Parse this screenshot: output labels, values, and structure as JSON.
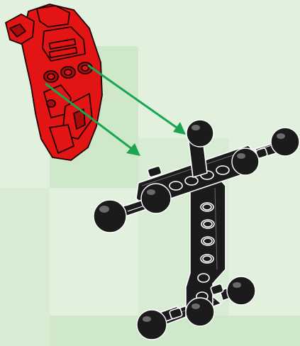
{
  "colors": {
    "background": "#cfe8c9",
    "background_block": "#e2f1de",
    "red_part_fill": "#e31414",
    "red_part_shade": "#a80d0d",
    "red_part_outline": "#1a0000",
    "black_part_fill": "#1b1b1b",
    "black_part_highlight": "#6a6a6a",
    "black_part_edge": "#ffffff",
    "arrow": "#1aa551"
  },
  "scene": {
    "parts": [
      {
        "id": "torso-shell",
        "color": "red",
        "icon": "shell-piece-icon"
      },
      {
        "id": "skeleton-frame",
        "color": "black",
        "icon": "skeleton-frame-icon"
      }
    ],
    "arrow_count": 2,
    "ball_joint_count": 8
  }
}
